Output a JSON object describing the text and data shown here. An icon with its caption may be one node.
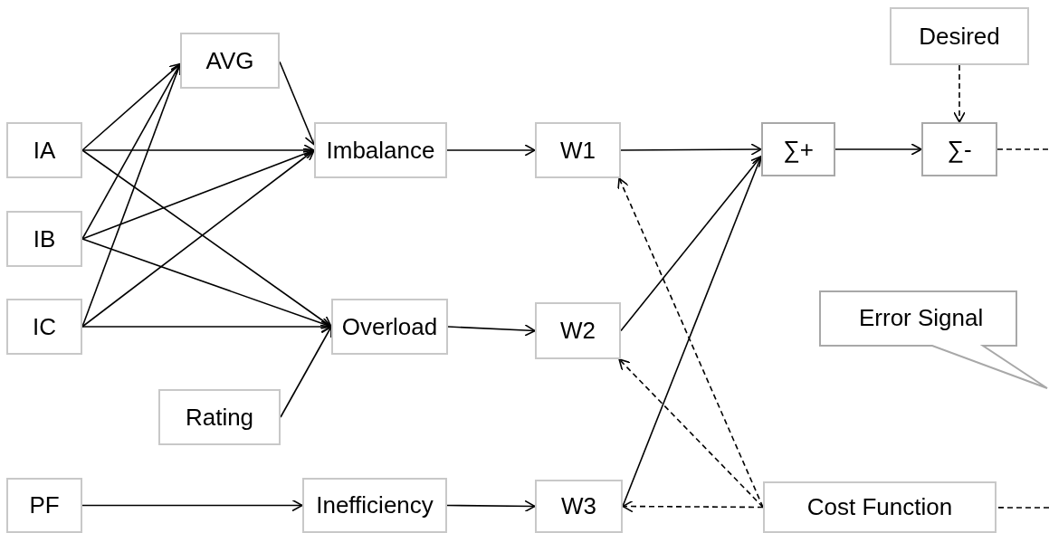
{
  "diagram": {
    "nodes": [
      {
        "text": [
          "Desired"
        ]
      },
      {
        "text": [
          "AVG"
        ]
      },
      {
        "text": [
          "IA"
        ]
      },
      {
        "text": [
          "Imbalance"
        ]
      },
      {
        "text": [
          "W1"
        ]
      },
      {
        "text": [
          "∑+"
        ]
      },
      {
        "text": [
          "∑-"
        ]
      },
      {
        "text": [
          "IB"
        ]
      },
      {
        "text": [
          "IC"
        ]
      },
      {
        "text": [
          "Overload"
        ]
      },
      {
        "text": [
          "W2"
        ]
      },
      {
        "text": [
          "Error Signal"
        ]
      },
      {
        "text": [
          "Rating"
        ]
      },
      {
        "text": [
          "PF"
        ]
      },
      {
        "text": [
          "Inefficiency"
        ]
      },
      {
        "text": [
          "W3"
        ]
      },
      {
        "text": [
          "Cost Function"
        ]
      }
    ],
    "edges": [
      {
        "from": 2,
        "to": 1,
        "arrow": "to"
      },
      {
        "from": 7,
        "to": 1,
        "arrow": "to"
      },
      {
        "from": 8,
        "to": 1,
        "arrow": "to"
      },
      {
        "from": 2,
        "to": 3,
        "arrow": "to"
      },
      {
        "from": 7,
        "to": 3,
        "arrow": "to"
      },
      {
        "from": 8,
        "to": 3,
        "arrow": "to"
      },
      {
        "from": 1,
        "to": 3,
        "arrow": "to"
      },
      {
        "from": 2,
        "to": 9,
        "arrow": "to"
      },
      {
        "from": 7,
        "to": 9,
        "arrow": "to"
      },
      {
        "from": 8,
        "to": 9,
        "arrow": "to"
      },
      {
        "from": 12,
        "to": 9,
        "arrow": "to"
      },
      {
        "from": 3,
        "to": 4,
        "arrow": "to"
      },
      {
        "from": 9,
        "to": 10,
        "arrow": "to"
      },
      {
        "from": 13,
        "to": 14,
        "arrow": "to"
      },
      {
        "from": 14,
        "to": 15,
        "arrow": "to"
      },
      {
        "from": 4,
        "to": 5,
        "arrow": "to"
      },
      {
        "from": 10,
        "to": 5,
        "arrow": "to"
      },
      {
        "from": 15,
        "to": 5,
        "arrow": "to"
      },
      {
        "from": 5,
        "to": 6,
        "arrow": "to"
      },
      {
        "from": 0,
        "to": 6,
        "arrow": "to",
        "style": "dashed"
      },
      {
        "from": 6,
        "to": null,
        "arrow": "none",
        "style": "dashed"
      },
      {
        "from": null,
        "to": 16,
        "arrow": "to",
        "style": "dashed"
      },
      {
        "from": 16,
        "to": 4,
        "arrow": "to",
        "style": "dashed"
      },
      {
        "from": 16,
        "to": 10,
        "arrow": "to",
        "style": "dashed"
      },
      {
        "from": 16,
        "to": 15,
        "arrow": "to",
        "style": "dashed"
      }
    ]
  }
}
